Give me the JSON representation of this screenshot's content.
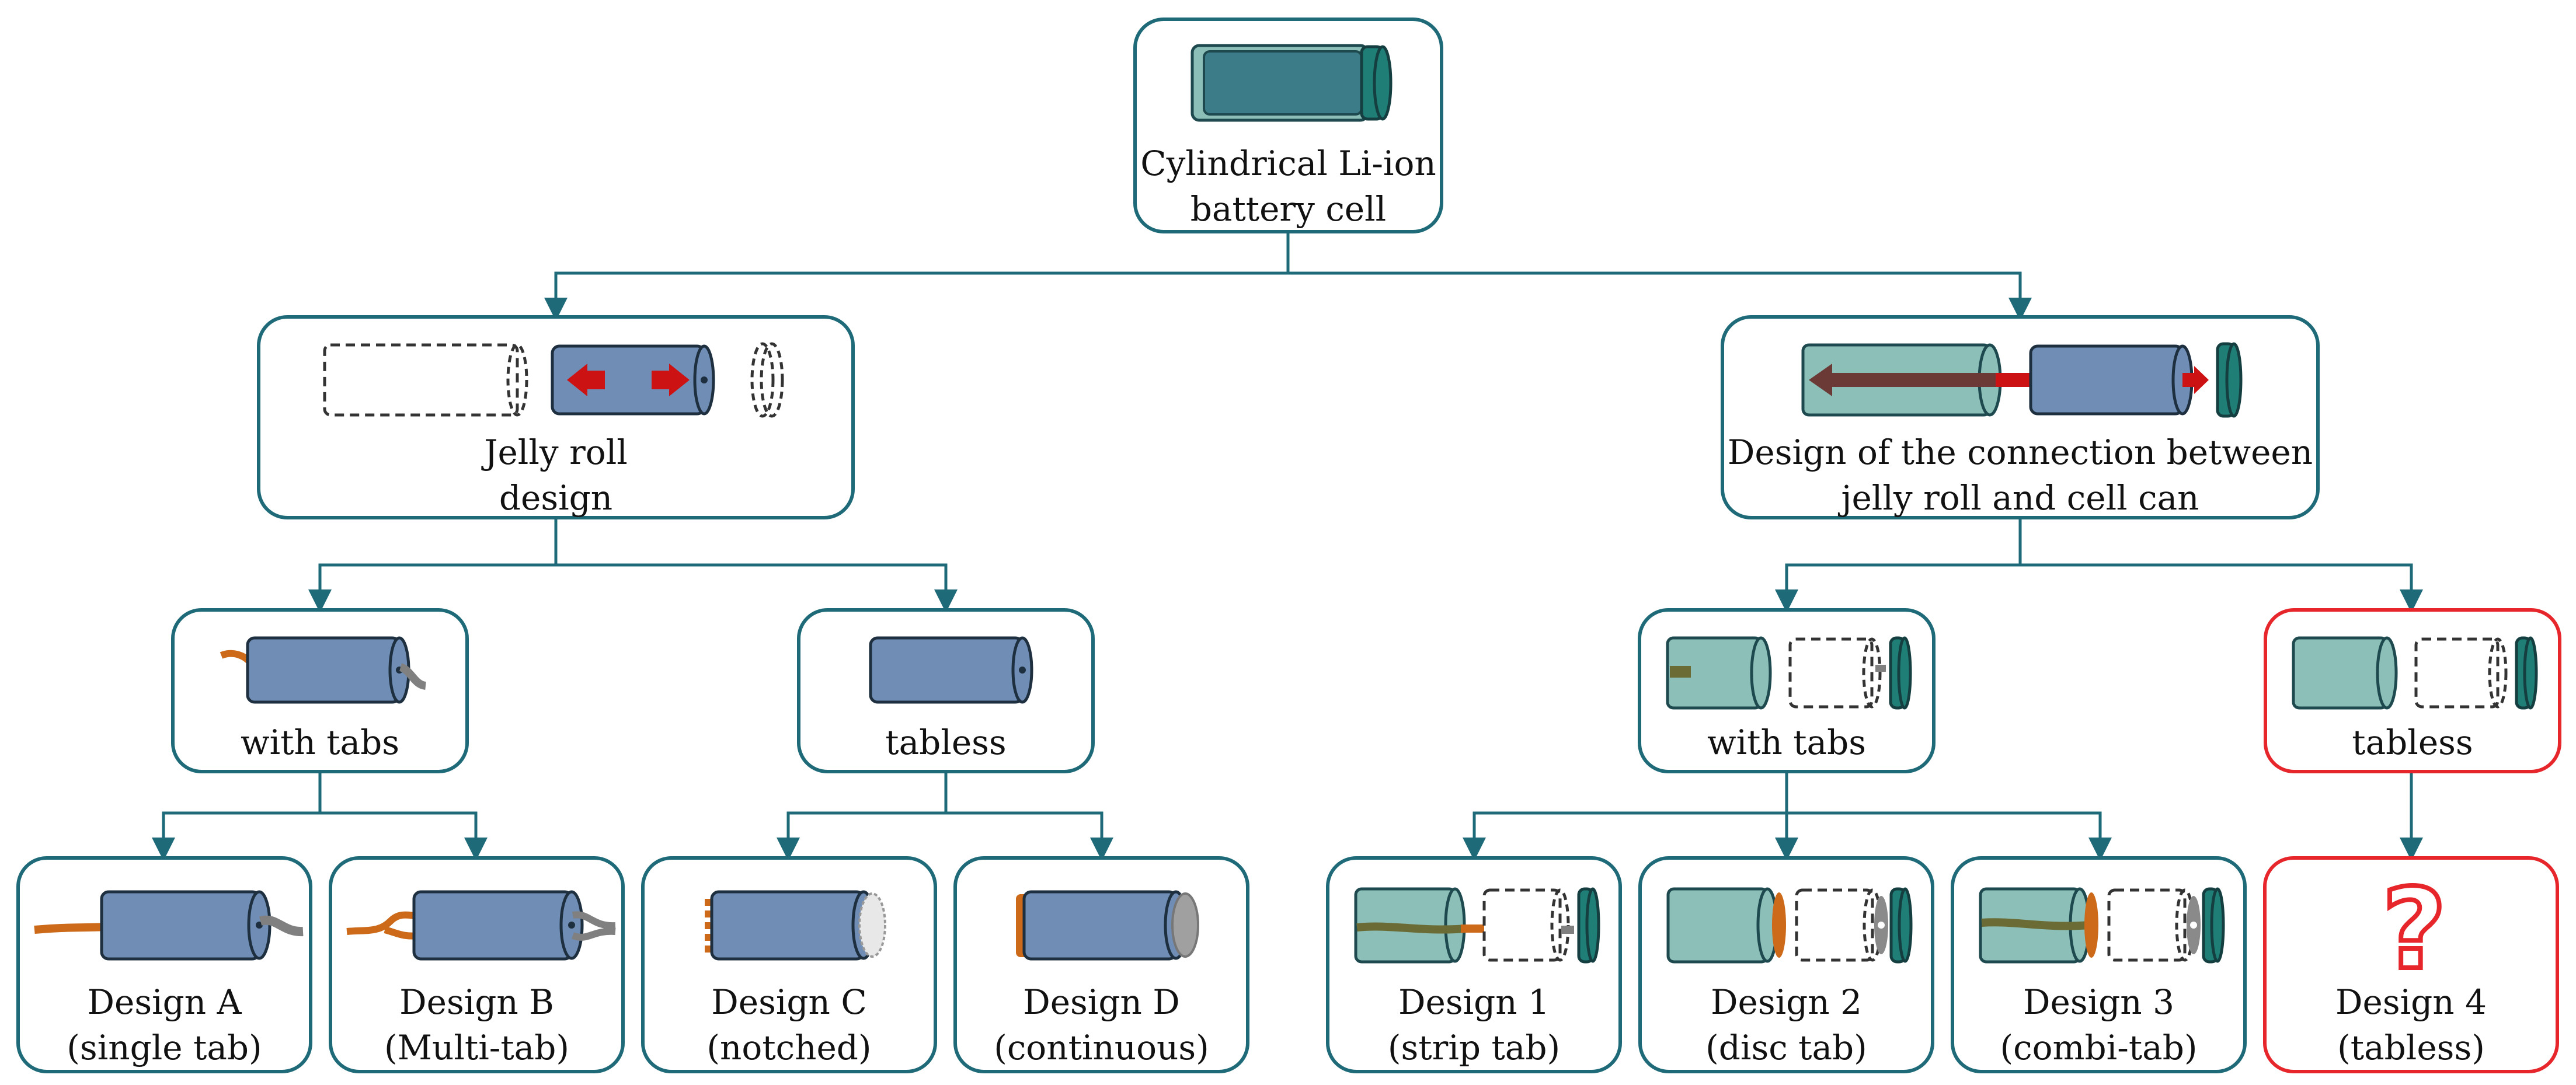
{
  "colors": {
    "border": "#1e6a78",
    "highlight_border": "#e6262b",
    "jelly_roll": "#6f8db5",
    "cell_can": "#8cbfb8",
    "cap": "#1f7f77",
    "tab_orange": "#cc6a1a",
    "tab_gray": "#808080",
    "arrow_red": "#cc1212"
  },
  "root": {
    "line1": "Cylindrical Li-ion",
    "line2": "battery cell",
    "icon": "assembled-cell-icon"
  },
  "jelly_roll_design": {
    "line1": "Jelly roll",
    "line2": "design",
    "icon": "jelly-roll-extraction-icon"
  },
  "connection_design": {
    "line1": "Design of the connection between",
    "line2": "jelly roll and cell can",
    "icon": "cell-exploded-icon"
  },
  "jr_with_tabs": {
    "label": "with tabs",
    "icon": "jelly-roll-tabs-icon"
  },
  "jr_tabless": {
    "label": "tabless",
    "icon": "jelly-roll-plain-icon"
  },
  "cc_with_tabs": {
    "label": "with tabs",
    "icon": "can-with-tabs-icon"
  },
  "cc_tabless": {
    "label": "tabless",
    "icon": "can-tabless-icon"
  },
  "leaves": {
    "a": {
      "line1": "Design A",
      "line2": "(single tab)",
      "icon": "single-tab-icon"
    },
    "b": {
      "line1": "Design B",
      "line2": "(Multi-tab)",
      "icon": "multi-tab-icon"
    },
    "c": {
      "line1": "Design C",
      "line2": "(notched)",
      "icon": "notched-icon"
    },
    "d": {
      "line1": "Design D",
      "line2": "(continuous)",
      "icon": "continuous-icon"
    },
    "d1": {
      "line1": "Design 1",
      "line2": "(strip tab)",
      "icon": "strip-tab-icon"
    },
    "d2": {
      "line1": "Design 2",
      "line2": "(disc tab)",
      "icon": "disc-tab-icon"
    },
    "d3": {
      "line1": "Design 3",
      "line2": "(combi-tab)",
      "icon": "combi-tab-icon"
    },
    "d4": {
      "line1": "Design 4",
      "line2": "(tabless)",
      "icon": "question-mark-icon",
      "symbol": "?"
    }
  }
}
